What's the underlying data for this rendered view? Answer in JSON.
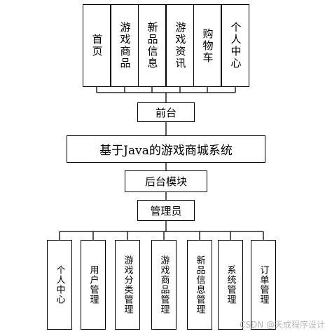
{
  "frontend": {
    "modules": [
      "首页",
      "游戏商品",
      "新品信息",
      "游戏资讯",
      "购物车",
      "个人中心"
    ],
    "label": "前台"
  },
  "system": {
    "title": "基于Java的游戏商城系统"
  },
  "backend": {
    "label": "后台模块",
    "role": "管理员",
    "modules": [
      "个人中心",
      "用户管理",
      "游戏分类管理",
      "游戏商品管理",
      "新品信息管理",
      "系统管理",
      "订单管理"
    ]
  },
  "watermark": "CSDN @天成程序设计"
}
